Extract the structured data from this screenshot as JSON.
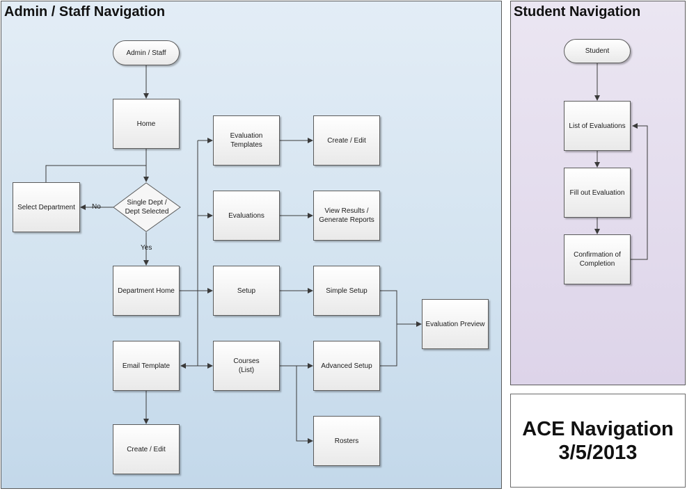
{
  "admin": {
    "title": "Admin / Staff Navigation",
    "nodes": {
      "start": "Admin / Staff",
      "home": "Home",
      "decision": "Single Dept /\nDept Selected",
      "select_department": "Select Department",
      "department_home": "Department Home",
      "email_template": "Email Template",
      "email_create_edit": "Create / Edit",
      "evaluation_templates": "Evaluation\nTemplates",
      "templates_create_edit": "Create / Edit",
      "evaluations": "Evaluations",
      "view_results": "View Results /\nGenerate Reports",
      "setup": "Setup",
      "simple_setup": "Simple Setup",
      "courses": "Courses\n(List)",
      "advanced_setup": "Advanced Setup",
      "rosters": "Rosters",
      "evaluation_preview": "Evaluation Preview"
    },
    "edge_labels": {
      "no": "No",
      "yes": "Yes"
    }
  },
  "student": {
    "title": "Student Navigation",
    "nodes": {
      "start": "Student",
      "list": "List of Evaluations",
      "fill": "Fill out Evaluation",
      "confirm": "Confirmation of\nCompletion"
    }
  },
  "footer": {
    "title": "ACE Navigation\n3/5/2013"
  },
  "colors": {
    "admin_bg": "#d3e3f0",
    "student_bg": "#ddd4e9",
    "line": "#3a3a3a"
  }
}
